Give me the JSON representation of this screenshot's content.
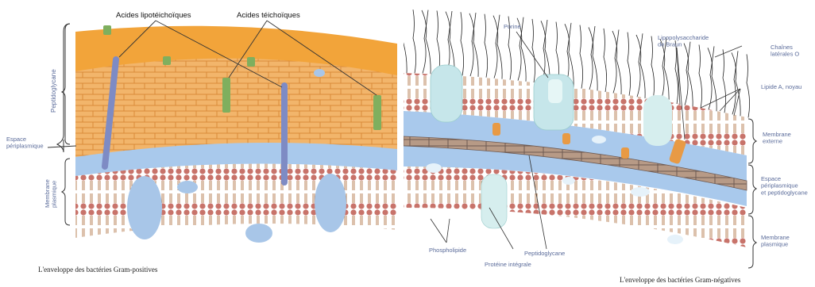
{
  "left_panel": {
    "labels": {
      "lipoteichoic": "Acides lipotéichoïques",
      "teichoic": "Acides téichoïques",
      "peptidoglycan": "Peptidoglycane",
      "periplasmic_space": "Espace\npériplasmique",
      "plasma_membrane": "Membrane\nplasmique"
    },
    "caption": "L'enveloppe des bactéries Gram-positives"
  },
  "right_panel": {
    "labels": {
      "porin": "Porine",
      "lps": "Lipopolysaccharide\nde Braun",
      "o_chains": "Chaînes\nlatérales O",
      "lipid_a": "Lipide A, noyau",
      "outer_membrane": "Membrane\nexterne",
      "periplasmic_space": "Espace\npériplasmique\net peptidoglycane",
      "plasma_membrane": "Membrane\nplasmique",
      "phospholipid": "Phospholipide",
      "peptidoglycan": "Peptidoglycane",
      "integral_protein": "Protéine intégrale"
    },
    "caption": "L'enveloppe des bactéries Gram-négatives"
  },
  "colors": {
    "peptidoglycan_top": "#F2A43A",
    "peptidoglycan_body": "#F2B56B",
    "brick_line": "#D98A3A",
    "head": "#C8736A",
    "tail": "#B9835A",
    "periplasm": "#A9C9EC",
    "protein": "#A8C6E8",
    "porin": "#C6E6EA",
    "lipoteichoic": "#7E8BC4",
    "teichoic": "#7FAF5E",
    "orange_protein": "#E89A45",
    "label_gray": "#5A6B9A",
    "caption": "#222222"
  }
}
